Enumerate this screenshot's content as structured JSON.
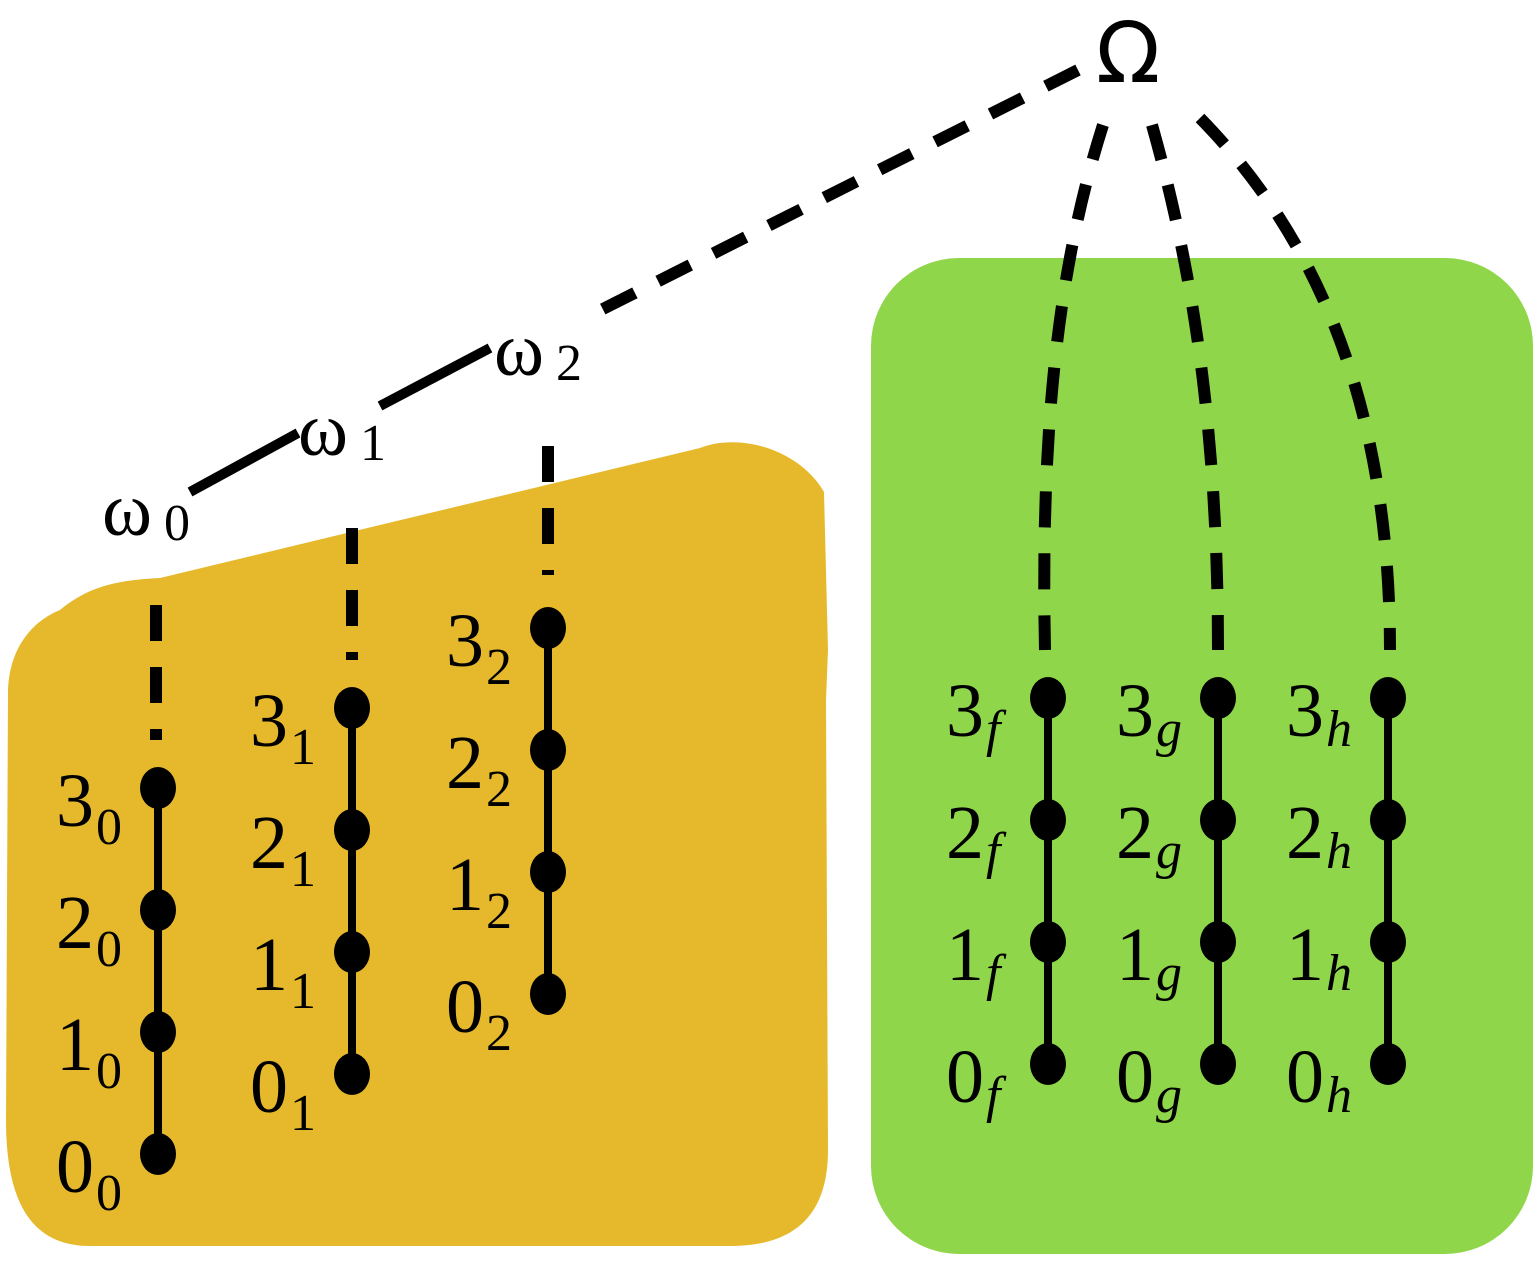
{
  "colors": {
    "ordinal_region": "#e6b92c",
    "extra_region": "#8fd64b",
    "ink": "#000000",
    "background": "#ffffff"
  },
  "root": {
    "label": "Ω"
  },
  "omegas": [
    {
      "label": "ω",
      "sub": "0"
    },
    {
      "label": "ω",
      "sub": "1"
    },
    {
      "label": "ω",
      "sub": "2"
    }
  ],
  "orange_chains": [
    {
      "sub": "0",
      "nodes": [
        "3",
        "2",
        "1",
        "0"
      ]
    },
    {
      "sub": "1",
      "nodes": [
        "3",
        "2",
        "1",
        "0"
      ]
    },
    {
      "sub": "2",
      "nodes": [
        "3",
        "2",
        "1",
        "0"
      ]
    }
  ],
  "green_chains": [
    {
      "sub": "f",
      "nodes": [
        "3",
        "2",
        "1",
        "0"
      ]
    },
    {
      "sub": "g",
      "nodes": [
        "3",
        "2",
        "1",
        "0"
      ]
    },
    {
      "sub": "h",
      "nodes": [
        "3",
        "2",
        "1",
        "0"
      ]
    }
  ]
}
